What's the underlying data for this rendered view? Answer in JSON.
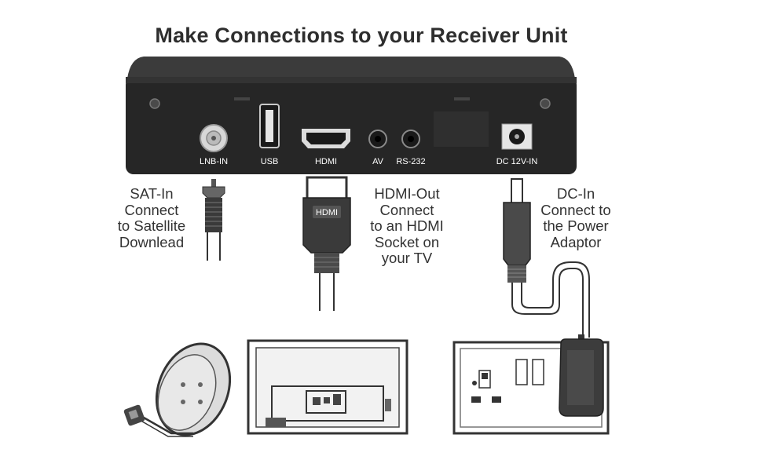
{
  "title": "Make Connections to your Receiver Unit",
  "ports": {
    "lnb_in": "LNB-IN",
    "usb": "USB",
    "hdmi": "HDMI",
    "av": "AV",
    "rs232": "RS-232",
    "dc_in": "DC 12V-IN"
  },
  "hdmi_plug_label": "HDMI",
  "captions": {
    "sat_in": [
      "SAT-In",
      "Connect",
      "to Satellite",
      "Downlead"
    ],
    "hdmi_out": [
      "HDMI-Out",
      "Connect",
      "to an HDMI",
      "Socket on",
      "your TV"
    ],
    "dc_in": [
      "DC-In",
      "Connect to",
      "the Power",
      "Adaptor"
    ]
  },
  "colors": {
    "receiver_body": "#2b2b2b",
    "receiver_top": "#3a3a3a",
    "text": "#333333"
  },
  "icons": [
    "satellite-dish-icon",
    "tv-back-icon",
    "wall-socket-icon",
    "power-adaptor-icon",
    "f-connector-icon",
    "hdmi-plug-icon",
    "dc-plug-icon"
  ]
}
